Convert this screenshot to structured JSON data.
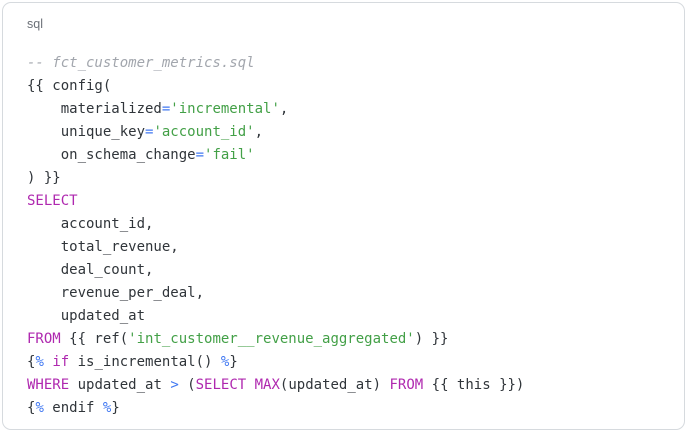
{
  "code": {
    "language_label": "sql",
    "filename_comment": "fct_customer_metrics.sql",
    "lines": [
      {
        "tokens": [
          {
            "t": "-- fct_customer_metrics.sql",
            "c": "comment"
          }
        ]
      },
      {
        "tokens": [
          {
            "t": "{{ config(",
            "c": "plain"
          }
        ]
      },
      {
        "tokens": [
          {
            "t": "    materialized",
            "c": "plain"
          },
          {
            "t": "=",
            "c": "operator"
          },
          {
            "t": "'incremental'",
            "c": "string"
          },
          {
            "t": ",",
            "c": "plain"
          }
        ]
      },
      {
        "tokens": [
          {
            "t": "    unique_key",
            "c": "plain"
          },
          {
            "t": "=",
            "c": "operator"
          },
          {
            "t": "'account_id'",
            "c": "string"
          },
          {
            "t": ",",
            "c": "plain"
          }
        ]
      },
      {
        "tokens": [
          {
            "t": "    on_schema_change",
            "c": "plain"
          },
          {
            "t": "=",
            "c": "operator"
          },
          {
            "t": "'fail'",
            "c": "string"
          }
        ]
      },
      {
        "tokens": [
          {
            "t": ") }}",
            "c": "plain"
          }
        ]
      },
      {
        "tokens": [
          {
            "t": "SELECT",
            "c": "keyword"
          }
        ]
      },
      {
        "tokens": [
          {
            "t": "    account_id,",
            "c": "plain"
          }
        ]
      },
      {
        "tokens": [
          {
            "t": "    total_revenue,",
            "c": "plain"
          }
        ]
      },
      {
        "tokens": [
          {
            "t": "    deal_count,",
            "c": "plain"
          }
        ]
      },
      {
        "tokens": [
          {
            "t": "    revenue_per_deal,",
            "c": "plain"
          }
        ]
      },
      {
        "tokens": [
          {
            "t": "    updated_at",
            "c": "plain"
          }
        ]
      },
      {
        "tokens": [
          {
            "t": "FROM",
            "c": "keyword"
          },
          {
            "t": " {{ ref(",
            "c": "plain"
          },
          {
            "t": "'int_customer__revenue_aggregated'",
            "c": "string"
          },
          {
            "t": ") }}",
            "c": "plain"
          }
        ]
      },
      {
        "tokens": [
          {
            "t": "{",
            "c": "plain"
          },
          {
            "t": "%",
            "c": "operator"
          },
          {
            "t": " ",
            "c": "plain"
          },
          {
            "t": "if",
            "c": "keyword"
          },
          {
            "t": " is_incremental() ",
            "c": "plain"
          },
          {
            "t": "%",
            "c": "operator"
          },
          {
            "t": "}",
            "c": "plain"
          }
        ]
      },
      {
        "tokens": [
          {
            "t": "WHERE",
            "c": "keyword"
          },
          {
            "t": " updated_at ",
            "c": "plain"
          },
          {
            "t": ">",
            "c": "operator"
          },
          {
            "t": " (",
            "c": "plain"
          },
          {
            "t": "SELECT",
            "c": "keyword"
          },
          {
            "t": " ",
            "c": "plain"
          },
          {
            "t": "MAX",
            "c": "keyword"
          },
          {
            "t": "(updated_at) ",
            "c": "plain"
          },
          {
            "t": "FROM",
            "c": "keyword"
          },
          {
            "t": " {{ this }})",
            "c": "plain"
          }
        ]
      },
      {
        "tokens": [
          {
            "t": "{",
            "c": "plain"
          },
          {
            "t": "%",
            "c": "operator"
          },
          {
            "t": " endif ",
            "c": "plain"
          },
          {
            "t": "%",
            "c": "operator"
          },
          {
            "t": "}",
            "c": "plain"
          }
        ]
      }
    ]
  },
  "colors": {
    "background": "#ffffff",
    "border": "#d6dade",
    "label_gray": "#6b7077",
    "syntax": {
      "plain": "#30353a",
      "comment": "#a2a6ad",
      "keyword": "#af28af",
      "string": "#43a047",
      "operator": "#4078f2"
    }
  }
}
